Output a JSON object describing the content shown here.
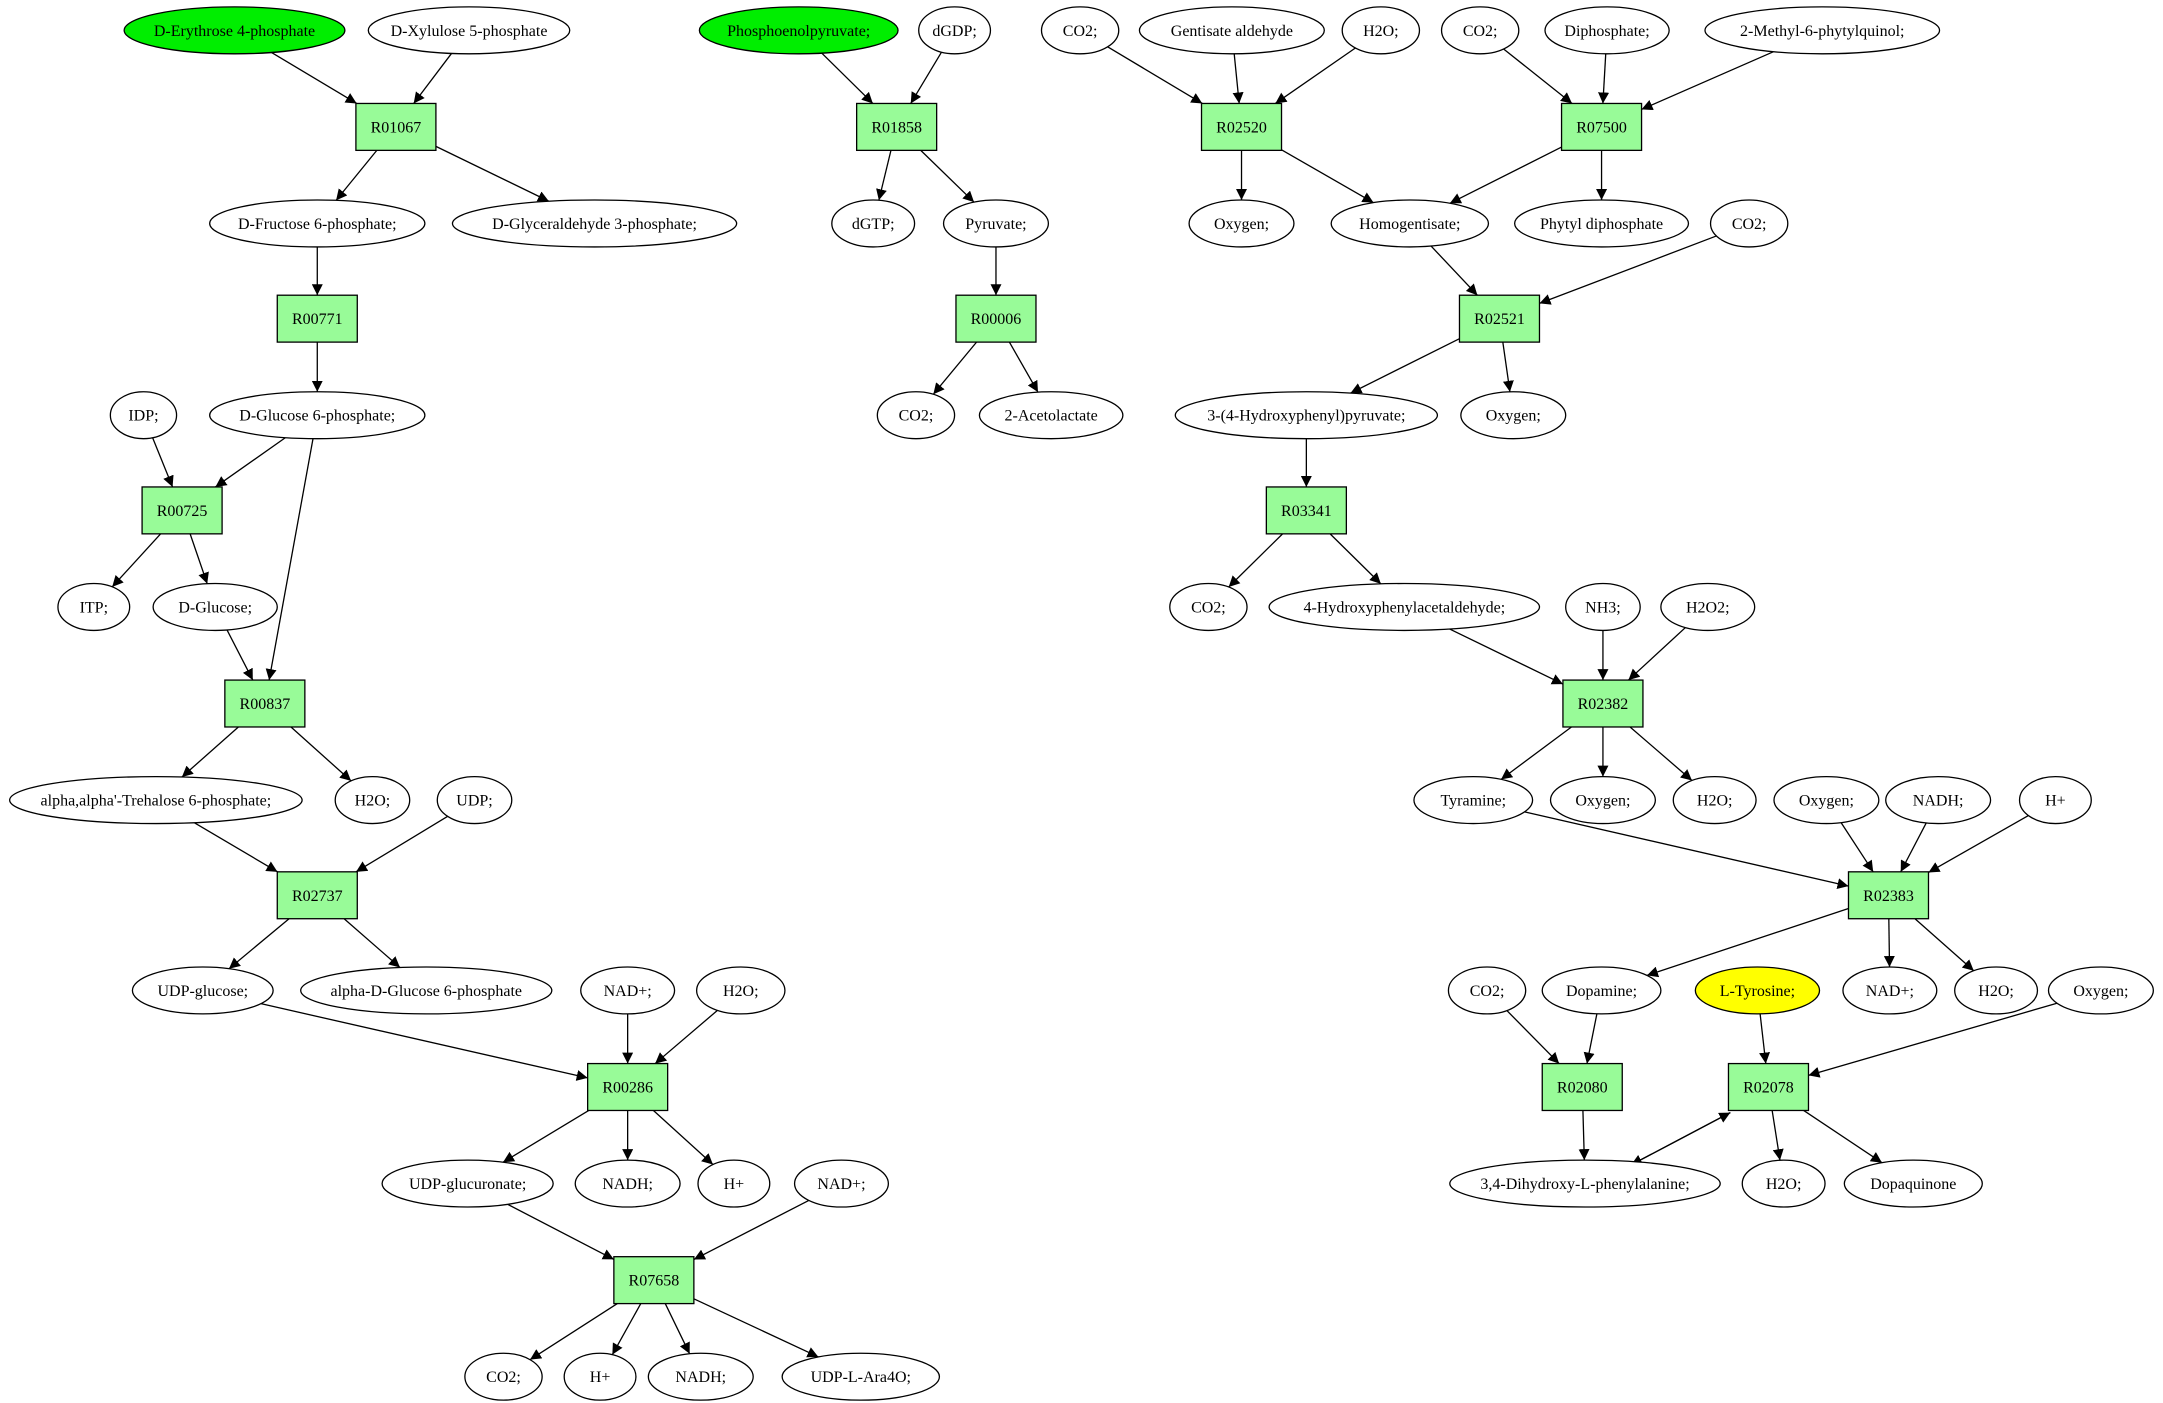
{
  "colors": {
    "reaction_fill": "#98fb98",
    "start_fill": "#00ee00",
    "target_fill": "#ffff00",
    "compound_fill": "#ffffff",
    "stroke": "#000000"
  },
  "nodes": [
    {
      "id": "c1",
      "kind": "compound",
      "label": "D-Erythrose 4-phosphate",
      "highlight": "start"
    },
    {
      "id": "c2",
      "kind": "compound",
      "label": "D-Xylulose 5-phosphate"
    },
    {
      "id": "r1",
      "kind": "reaction",
      "label": "R01067"
    },
    {
      "id": "c3",
      "kind": "compound",
      "label": "D-Fructose 6-phosphate;"
    },
    {
      "id": "c4",
      "kind": "compound",
      "label": "D-Glyceraldehyde 3-phosphate;"
    },
    {
      "id": "r2",
      "kind": "reaction",
      "label": "R00771"
    },
    {
      "id": "c5",
      "kind": "compound",
      "label": "IDP;"
    },
    {
      "id": "c6",
      "kind": "compound",
      "label": "D-Glucose 6-phosphate;"
    },
    {
      "id": "r3",
      "kind": "reaction",
      "label": "R00725"
    },
    {
      "id": "c7",
      "kind": "compound",
      "label": "ITP;"
    },
    {
      "id": "c8",
      "kind": "compound",
      "label": "D-Glucose;"
    },
    {
      "id": "r4",
      "kind": "reaction",
      "label": "R00837"
    },
    {
      "id": "c9",
      "kind": "compound",
      "label": "alpha,alpha'-Trehalose 6-phosphate;"
    },
    {
      "id": "c10",
      "kind": "compound",
      "label": "H2O;"
    },
    {
      "id": "c11",
      "kind": "compound",
      "label": "UDP;"
    },
    {
      "id": "r5",
      "kind": "reaction",
      "label": "R02737"
    },
    {
      "id": "c12",
      "kind": "compound",
      "label": "UDP-glucose;"
    },
    {
      "id": "c13",
      "kind": "compound",
      "label": "alpha-D-Glucose 6-phosphate"
    },
    {
      "id": "c14",
      "kind": "compound",
      "label": "NAD+;"
    },
    {
      "id": "c15",
      "kind": "compound",
      "label": "H2O;"
    },
    {
      "id": "r6",
      "kind": "reaction",
      "label": "R00286"
    },
    {
      "id": "c16",
      "kind": "compound",
      "label": "UDP-glucuronate;"
    },
    {
      "id": "c17",
      "kind": "compound",
      "label": "NADH;"
    },
    {
      "id": "c18",
      "kind": "compound",
      "label": "H+"
    },
    {
      "id": "c19",
      "kind": "compound",
      "label": "NAD+;"
    },
    {
      "id": "r7",
      "kind": "reaction",
      "label": "R07658"
    },
    {
      "id": "c20",
      "kind": "compound",
      "label": "CO2;"
    },
    {
      "id": "c21",
      "kind": "compound",
      "label": "H+"
    },
    {
      "id": "c22",
      "kind": "compound",
      "label": "NADH;"
    },
    {
      "id": "c23",
      "kind": "compound",
      "label": "UDP-L-Ara4O;"
    },
    {
      "id": "c24",
      "kind": "compound",
      "label": "Phosphoenolpyruvate;",
      "highlight": "start"
    },
    {
      "id": "c25",
      "kind": "compound",
      "label": "dGDP;"
    },
    {
      "id": "r8",
      "kind": "reaction",
      "label": "R01858"
    },
    {
      "id": "c26",
      "kind": "compound",
      "label": "dGTP;"
    },
    {
      "id": "c27",
      "kind": "compound",
      "label": "Pyruvate;"
    },
    {
      "id": "r9",
      "kind": "reaction",
      "label": "R00006"
    },
    {
      "id": "c28",
      "kind": "compound",
      "label": "CO2;"
    },
    {
      "id": "c29",
      "kind": "compound",
      "label": "2-Acetolactate"
    },
    {
      "id": "c30",
      "kind": "compound",
      "label": "CO2;"
    },
    {
      "id": "c31",
      "kind": "compound",
      "label": "Gentisate aldehyde"
    },
    {
      "id": "c32",
      "kind": "compound",
      "label": "H2O;"
    },
    {
      "id": "r10",
      "kind": "reaction",
      "label": "R02520"
    },
    {
      "id": "c33",
      "kind": "compound",
      "label": "Oxygen;"
    },
    {
      "id": "c34",
      "kind": "compound",
      "label": "Homogentisate;"
    },
    {
      "id": "c35",
      "kind": "compound",
      "label": "CO2;"
    },
    {
      "id": "c36",
      "kind": "compound",
      "label": "Diphosphate;"
    },
    {
      "id": "c37",
      "kind": "compound",
      "label": "2-Methyl-6-phytylquinol;"
    },
    {
      "id": "r11",
      "kind": "reaction",
      "label": "R07500"
    },
    {
      "id": "c38",
      "kind": "compound",
      "label": "Phytyl diphosphate"
    },
    {
      "id": "c39",
      "kind": "compound",
      "label": "CO2;"
    },
    {
      "id": "r12",
      "kind": "reaction",
      "label": "R02521"
    },
    {
      "id": "c40",
      "kind": "compound",
      "label": "3-(4-Hydroxyphenyl)pyruvate;"
    },
    {
      "id": "c41",
      "kind": "compound",
      "label": "Oxygen;"
    },
    {
      "id": "r13",
      "kind": "reaction",
      "label": "R03341"
    },
    {
      "id": "c42",
      "kind": "compound",
      "label": "CO2;"
    },
    {
      "id": "c43",
      "kind": "compound",
      "label": "4-Hydroxyphenylacetaldehyde;"
    },
    {
      "id": "c44",
      "kind": "compound",
      "label": "NH3;"
    },
    {
      "id": "c45",
      "kind": "compound",
      "label": "H2O2;"
    },
    {
      "id": "r14",
      "kind": "reaction",
      "label": "R02382"
    },
    {
      "id": "c46",
      "kind": "compound",
      "label": "Tyramine;"
    },
    {
      "id": "c47",
      "kind": "compound",
      "label": "Oxygen;"
    },
    {
      "id": "c48",
      "kind": "compound",
      "label": "H2O;"
    },
    {
      "id": "c49",
      "kind": "compound",
      "label": "Oxygen;"
    },
    {
      "id": "c50",
      "kind": "compound",
      "label": "NADH;"
    },
    {
      "id": "c51",
      "kind": "compound",
      "label": "H+"
    },
    {
      "id": "r15",
      "kind": "reaction",
      "label": "R02383"
    },
    {
      "id": "c52",
      "kind": "compound",
      "label": "Dopamine;"
    },
    {
      "id": "c53",
      "kind": "compound",
      "label": "NAD+;"
    },
    {
      "id": "c54",
      "kind": "compound",
      "label": "H2O;"
    },
    {
      "id": "c55",
      "kind": "compound",
      "label": "CO2;"
    },
    {
      "id": "c56",
      "kind": "compound",
      "label": "L-Tyrosine;",
      "highlight": "target"
    },
    {
      "id": "c57",
      "kind": "compound",
      "label": "Oxygen;"
    },
    {
      "id": "r16",
      "kind": "reaction",
      "label": "R02080"
    },
    {
      "id": "r17",
      "kind": "reaction",
      "label": "R02078"
    },
    {
      "id": "c58",
      "kind": "compound",
      "label": "3,4-Dihydroxy-L-phenylalanine;"
    },
    {
      "id": "c59",
      "kind": "compound",
      "label": "H2O;"
    },
    {
      "id": "c60",
      "kind": "compound",
      "label": "Dopaquinone"
    }
  ],
  "edges": [
    [
      "c1",
      "r1"
    ],
    [
      "c2",
      "r1"
    ],
    [
      "r1",
      "c3"
    ],
    [
      "r1",
      "c4"
    ],
    [
      "c3",
      "r2"
    ],
    [
      "r2",
      "c6"
    ],
    [
      "c5",
      "r3"
    ],
    [
      "c6",
      "r3"
    ],
    [
      "r3",
      "c7"
    ],
    [
      "r3",
      "c8"
    ],
    [
      "c8",
      "r4"
    ],
    [
      "c6",
      "r4"
    ],
    [
      "r4",
      "c9"
    ],
    [
      "r4",
      "c10"
    ],
    [
      "c9",
      "r5"
    ],
    [
      "c11",
      "r5"
    ],
    [
      "r5",
      "c12"
    ],
    [
      "r5",
      "c13"
    ],
    [
      "c12",
      "r6"
    ],
    [
      "c14",
      "r6"
    ],
    [
      "c15",
      "r6"
    ],
    [
      "r6",
      "c16"
    ],
    [
      "r6",
      "c17"
    ],
    [
      "r6",
      "c18"
    ],
    [
      "c16",
      "r7"
    ],
    [
      "c19",
      "r7"
    ],
    [
      "r7",
      "c20"
    ],
    [
      "r7",
      "c21"
    ],
    [
      "r7",
      "c22"
    ],
    [
      "r7",
      "c23"
    ],
    [
      "c24",
      "r8"
    ],
    [
      "c25",
      "r8"
    ],
    [
      "r8",
      "c26"
    ],
    [
      "r8",
      "c27"
    ],
    [
      "c27",
      "r9"
    ],
    [
      "r9",
      "c28"
    ],
    [
      "r9",
      "c29"
    ],
    [
      "c30",
      "r10"
    ],
    [
      "c31",
      "r10"
    ],
    [
      "c32",
      "r10"
    ],
    [
      "r10",
      "c33"
    ],
    [
      "r10",
      "c34"
    ],
    [
      "c35",
      "r11"
    ],
    [
      "c36",
      "r11"
    ],
    [
      "c37",
      "r11"
    ],
    [
      "r11",
      "c34"
    ],
    [
      "r11",
      "c38"
    ],
    [
      "c34",
      "r12"
    ],
    [
      "c39",
      "r12"
    ],
    [
      "r12",
      "c40"
    ],
    [
      "r12",
      "c41"
    ],
    [
      "c40",
      "r13"
    ],
    [
      "r13",
      "c42"
    ],
    [
      "r13",
      "c43"
    ],
    [
      "c43",
      "r14"
    ],
    [
      "c44",
      "r14"
    ],
    [
      "c45",
      "r14"
    ],
    [
      "r14",
      "c46"
    ],
    [
      "r14",
      "c47"
    ],
    [
      "r14",
      "c48"
    ],
    [
      "c46",
      "r15"
    ],
    [
      "c49",
      "r15"
    ],
    [
      "c50",
      "r15"
    ],
    [
      "c51",
      "r15"
    ],
    [
      "r15",
      "c52"
    ],
    [
      "r15",
      "c53"
    ],
    [
      "r15",
      "c54"
    ],
    [
      "c55",
      "r16"
    ],
    [
      "c52",
      "r16"
    ],
    [
      "r16",
      "c58"
    ],
    [
      "c56",
      "r17"
    ],
    [
      "c57",
      "r17"
    ],
    [
      "c58",
      "r17"
    ],
    [
      "r17",
      "c58"
    ],
    [
      "r17",
      "c59"
    ],
    [
      "r17",
      "c60"
    ]
  ]
}
